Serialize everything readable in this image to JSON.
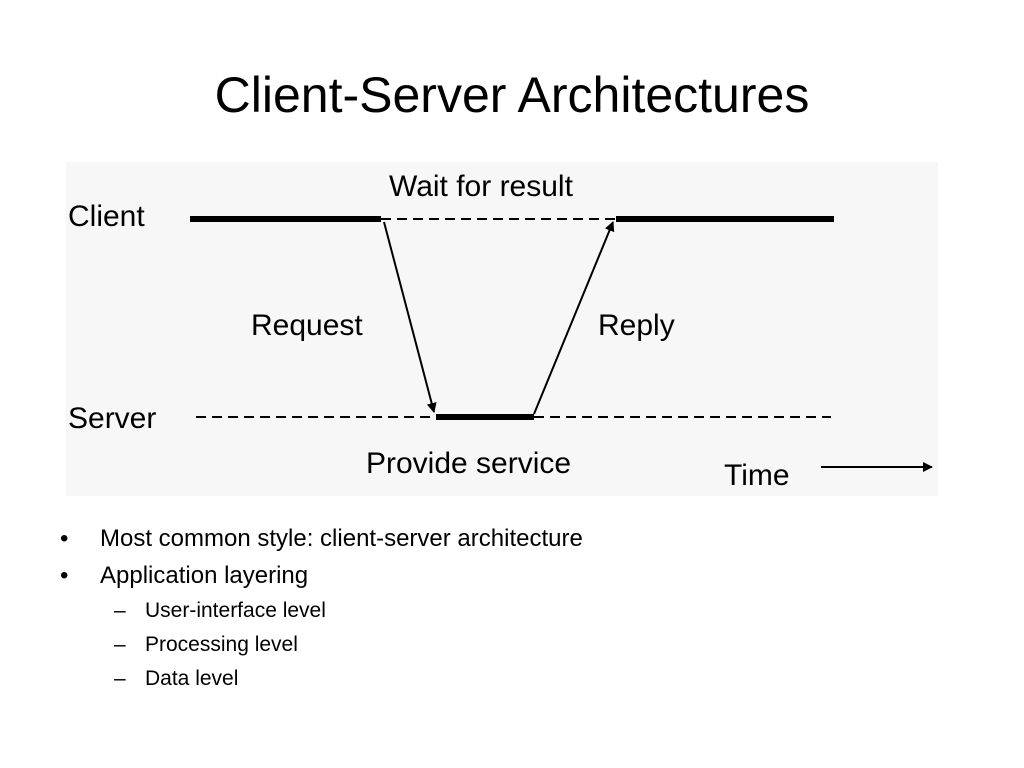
{
  "slide": {
    "title": "Client-Server Architectures"
  },
  "diagram": {
    "labels": {
      "client": "Client",
      "server": "Server",
      "wait": "Wait for result",
      "request": "Request",
      "reply": "Reply",
      "provide": "Provide service",
      "time": "Time"
    }
  },
  "bullets": [
    {
      "text": "Most common style: client-server architecture",
      "level": 1
    },
    {
      "text": "Application layering",
      "level": 1
    },
    {
      "text": "User-interface level",
      "level": 2
    },
    {
      "text": "Processing level",
      "level": 2
    },
    {
      "text": "Data level",
      "level": 2
    }
  ],
  "markers": {
    "level1": "•",
    "level2": "–"
  }
}
